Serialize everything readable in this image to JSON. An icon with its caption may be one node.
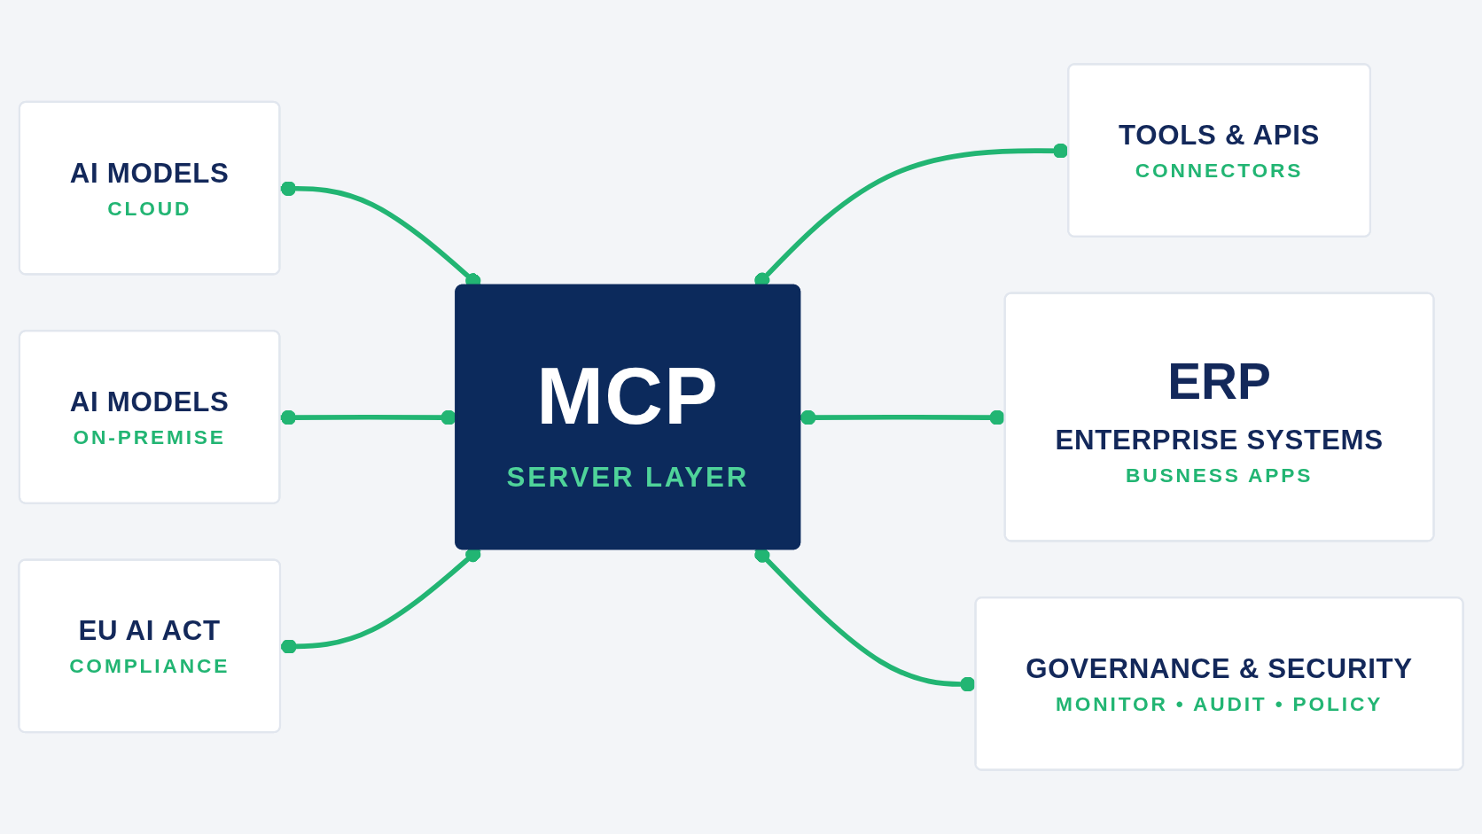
{
  "diagram": {
    "nodes": [
      {
        "text": [
          "AI MODELS",
          "CLOUD"
        ]
      },
      {
        "text": [
          "TOOLS & APIS",
          "CONNECTORS"
        ]
      },
      {
        "text": [
          "AI MODELS",
          "ON-PREMISE"
        ]
      },
      {
        "text": [
          "MCP",
          "SERVER LAYER"
        ]
      },
      {
        "text": [
          "ERP",
          "ENTERPRISE SYSTEMS",
          "BUSNESS APPS"
        ]
      },
      {
        "text": [
          "EU AI ACT",
          "COMPLIANCE"
        ]
      },
      {
        "text": [
          "GOVERNANCE & SECURITY",
          "MONITOR • AUDIT • POLICY"
        ]
      }
    ],
    "edges": [
      {
        "from": 0,
        "to": 3,
        "arrow": "other"
      },
      {
        "from": 3,
        "to": 1,
        "arrow": "other"
      },
      {
        "from": 2,
        "to": 3,
        "arrow": "other"
      },
      {
        "from": 3,
        "to": 4,
        "arrow": "other"
      },
      {
        "from": 5,
        "to": 3,
        "arrow": "other"
      },
      {
        "from": 3,
        "to": 6,
        "arrow": "other"
      }
    ]
  }
}
